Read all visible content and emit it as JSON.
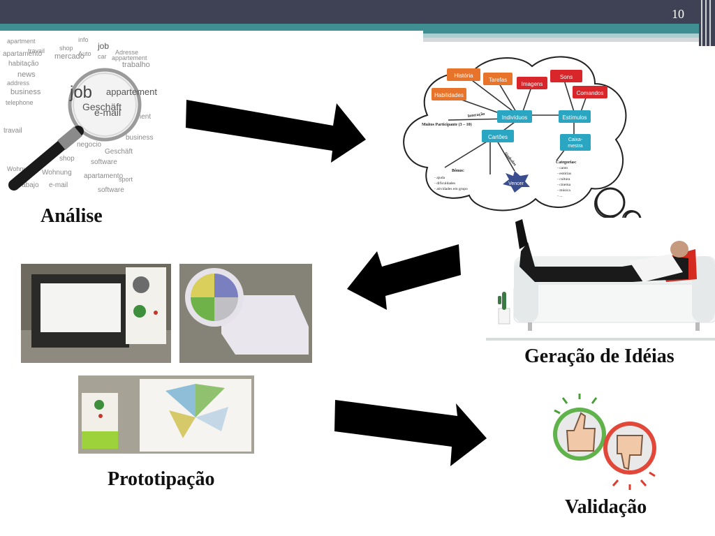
{
  "slide": {
    "number": "10",
    "colors": {
      "header": "#3f4155",
      "accent": "#3f8f92",
      "arrow": "#000000"
    }
  },
  "steps": {
    "analise": "Análise",
    "geracao": "Geração de Idéias",
    "prototipacao": "Prototipação",
    "validacao": "Validação"
  },
  "analysis_image": {
    "words": [
      "apartment",
      "job",
      "info",
      "appartement",
      "travail",
      "shop",
      "mercado",
      "Auto",
      "car",
      "Adresse",
      "apartamento",
      "habitação",
      "trabalho",
      "news",
      "address",
      "Geschäft",
      "business",
      "sport",
      "Wohnung",
      "telephone",
      "software",
      "negocio",
      "e-mail",
      "trabajo"
    ]
  },
  "mindmap": {
    "nodes": {
      "historia": "História",
      "tarefas": "Tarefas",
      "imagens": "Imagens",
      "sons": "Sons",
      "comandos": "Comandos",
      "habilidades": "Habilidades",
      "individuos": "Indivíduos",
      "estimulos": "Estímulos",
      "cartoes": "Cartões",
      "caixa": "Caixa-",
      "caixa2": "mestra",
      "vencer": "Vencer"
    },
    "labels": {
      "interacao": "Interação",
      "participantes": "Muitos Participante (3 – 10)",
      "simbolos": "Símbolos",
      "bonus": "Bônus:",
      "bonus_items": [
        "- ajuda",
        "- dificuldades",
        "- atividades em grupo"
      ],
      "categorias": "Categorias:",
      "categorias_items": [
        "- canto",
        "- estórias",
        "- cultura",
        "- cinema",
        "- música",
        "- ..."
      ]
    }
  }
}
